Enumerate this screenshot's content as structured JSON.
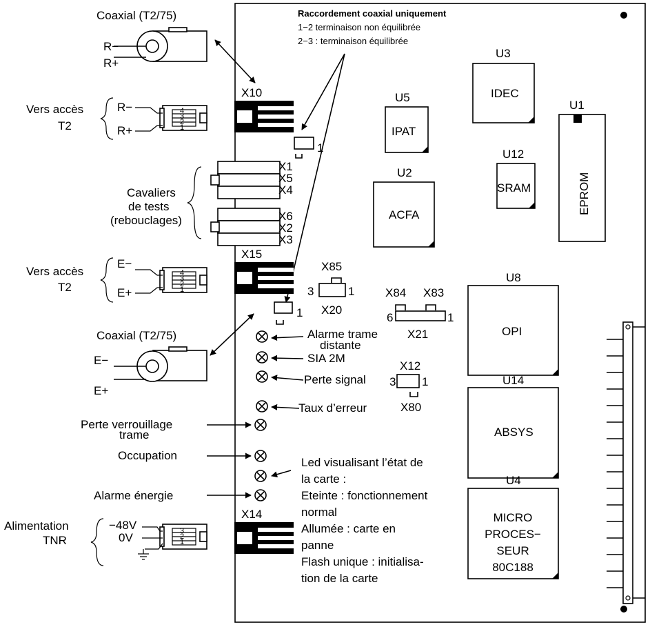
{
  "note": {
    "title": "Raccordement coaxial uniquement",
    "line1": "1−2 terminaison non équilibrée",
    "line2": "2−3 : terminaison équilibrée"
  },
  "left": {
    "coax_top": "Coaxial (T2/75)",
    "coax_top_minus": "R−",
    "coax_top_plus": "R+",
    "vers_acces_1a": "Vers accès",
    "vers_acces_1b": "T2",
    "r_minus": "R−",
    "r_plus": "R+",
    "cavaliers_1": "Cavaliers",
    "cavaliers_2": "de tests",
    "cavaliers_3": "(rebouclages)",
    "vers_acces_2a": "Vers accès",
    "vers_acces_2b": "T2",
    "e_minus": "E−",
    "e_plus": "E+",
    "coax_bottom": "Coaxial (T2/75)",
    "coax_bottom_minus": "E−",
    "coax_bottom_plus": "E+",
    "perte_verrouillage_1": "Perte verrouillage",
    "perte_verrouillage_2": "trame",
    "occupation": "Occupation",
    "alarme_energie": "Alarme énergie",
    "alimentation_1": "Alimentation",
    "alimentation_2": "TNR",
    "v48": "−48V",
    "v0": "0V"
  },
  "connectors": {
    "x10": "X10",
    "x15": "X15",
    "x14": "X14",
    "pins4": [
      "4",
      "3",
      "2",
      "1"
    ],
    "pins3": [
      "3",
      "2",
      "1"
    ]
  },
  "jumpers": {
    "x1": "X1",
    "x5": "X5",
    "x4": "X4",
    "x6": "X6",
    "x2": "X2",
    "x3": "X3",
    "one": "1",
    "three": "3",
    "six": "6",
    "x85": "X85",
    "x20": "X20",
    "x84": "X84",
    "x83": "X83",
    "x21": "X21",
    "x12": "X12",
    "x80": "X80"
  },
  "leds": {
    "alarme_trame_1": "Alarme trame",
    "alarme_trame_2": "distante",
    "sia": "SIA 2M",
    "perte_signal": "Perte signal",
    "taux_erreur": "Taux d’erreur",
    "led_desc": [
      "Led visualisant l’état de",
      "la carte :",
      "Eteinte : fonctionnement",
      "normal",
      "Allumée   :   carte   en",
      "panne",
      "Flash unique : initialisa-",
      "tion de la carte"
    ]
  },
  "chips": {
    "u3": "U3",
    "u3_name": "IDEC",
    "u5": "U5",
    "u5_name": "IPAT",
    "u1": "U1",
    "u1_name": "EPROM",
    "u12": "U12",
    "u12_name": "SRAM",
    "u2": "U2",
    "u2_name": "ACFA",
    "u8": "U8",
    "u8_name": "OPI",
    "u14": "U14",
    "u14_name": "ABSYS",
    "u4": "U4",
    "u4_name": [
      "MICRO",
      "PROCES−",
      "SEUR",
      "80C188"
    ]
  }
}
